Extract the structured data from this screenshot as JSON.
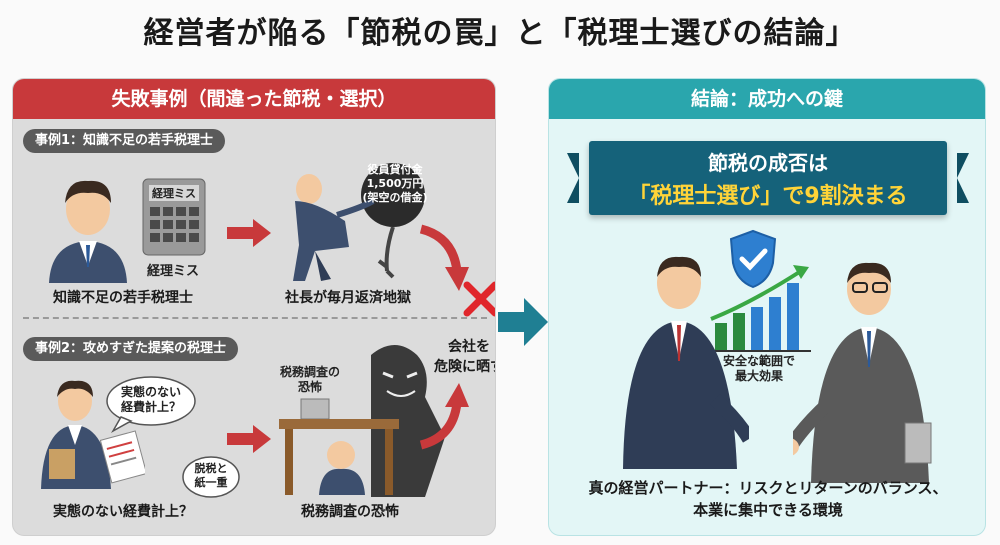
{
  "title": "経営者が陥る「節税の罠」と「税理士選びの結論」",
  "left_panel": {
    "header": "失敗事例（間違った節税・選択）",
    "case1": {
      "tag": "事例1：知識不足の若手税理士",
      "calc_label": "経理ミス",
      "calc_caption": "経理ミス",
      "person_caption": "知識不足の若手税理士",
      "ball_label_1": "役員貸付金",
      "ball_label_2": "1,500万円",
      "ball_label_3": "(架空の借金)",
      "burden_caption": "社長が毎月返済地獄"
    },
    "case2": {
      "tag": "事例2：攻めすぎた提案の税理士",
      "bubble_1": "実態のない",
      "bubble_2": "経費計上？",
      "bubble_small_1": "脱税と",
      "bubble_small_2": "紙一重",
      "person_caption": "実態のない経費計上？",
      "fear_label_1": "税務調査の",
      "fear_label_2": "恐怖",
      "fear_caption": "税務調査の恐怖"
    },
    "result_1": "会社を",
    "result_2": "危険に晒す"
  },
  "right_panel": {
    "header": "結論：成功への鍵",
    "banner_line1": "節税の成否は",
    "banner_line2": "「税理士選び」で9割決まる",
    "chart_label_1": "安全な範囲で",
    "chart_label_2": "最大効果",
    "bottom_line1": "真の経営パートナー：リスクとリターンのバランス、",
    "bottom_line2": "本業に集中できる環境"
  },
  "colors": {
    "red": "#c8393b",
    "teal": "#2aa6ad",
    "navy": "#15627a",
    "yellow": "#ffd438"
  }
}
